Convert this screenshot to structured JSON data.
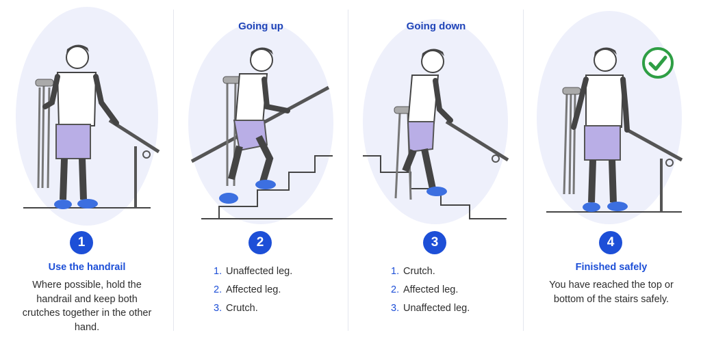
{
  "panels": [
    {
      "heading": "",
      "badge": "1",
      "title": "Use the handrail",
      "description": "Where possible, hold the handrail and keep both crutches together in the other hand."
    },
    {
      "heading": "Going up",
      "badge": "2",
      "steps": [
        {
          "num": "1.",
          "text": "Unaffected leg."
        },
        {
          "num": "2.",
          "text": "Affected leg."
        },
        {
          "num": "3.",
          "text": "Crutch."
        }
      ]
    },
    {
      "heading": "Going down",
      "badge": "3",
      "steps": [
        {
          "num": "1.",
          "text": "Crutch."
        },
        {
          "num": "2.",
          "text": "Affected leg."
        },
        {
          "num": "3.",
          "text": "Unaffected leg."
        }
      ]
    },
    {
      "heading": "",
      "badge": "4",
      "title": "Finished safely",
      "description": "You have reached the top or bottom of the stairs safely."
    }
  ],
  "colors": {
    "accent": "#1d4fd7",
    "heading": "#1f44b8",
    "shorts": "#b9aee6",
    "shoes": "#3c6fe0",
    "bubble": "#eef0fb",
    "check": "#2e9e44"
  },
  "icons": [
    "check-circle-icon"
  ]
}
